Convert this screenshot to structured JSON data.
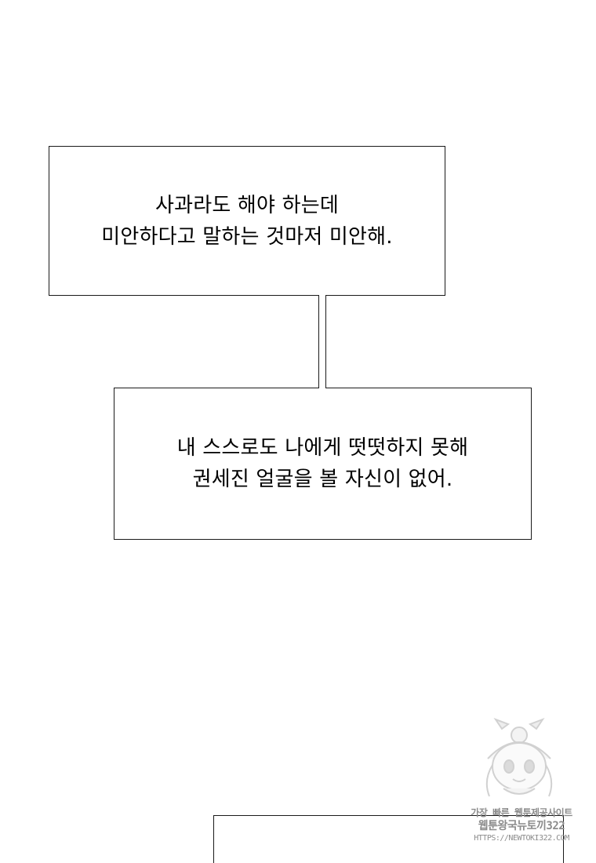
{
  "panel_top": {
    "lines": [
      "사과라도 해야 하는데",
      "미안하다고 말하는 것마저 미안해."
    ]
  },
  "panel_middle": {
    "lines": [
      "내 스스로도 나에게 떳떳하지 못해",
      "권세진 얼굴을 볼 자신이 없어."
    ]
  },
  "panel_bottom": {
    "lines": []
  },
  "watermark": {
    "line1": "가장 빠른 웹툰제공사이트",
    "line2": "웹툰왕국뉴토끼322",
    "line3": "HTTPS://NEWTOKI322.COM",
    "logo_icon": "mascot-logo-icon"
  },
  "colors": {
    "background": "#ffffff",
    "border": "#1a1a1a",
    "text": "#000000",
    "watermark": "#8c8c8c"
  }
}
